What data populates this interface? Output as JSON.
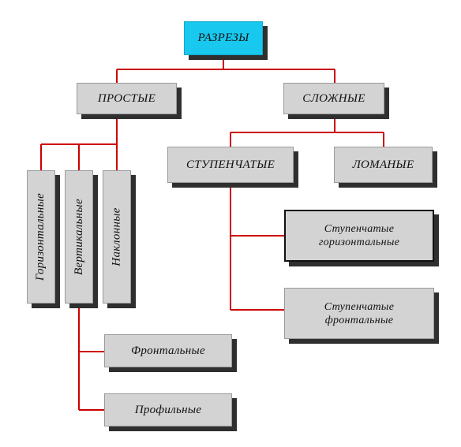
{
  "colors": {
    "connector": "#cc0000",
    "root_fill": "#18c8ee",
    "box_fill": "#d3d3d3",
    "shadow": "#2f2f2f"
  },
  "diagram": {
    "root": "РАЗРЕЗЫ",
    "simple": "ПРОСТЫЕ",
    "complex": "СЛОЖНЫЕ",
    "horizontal": "Горизонтальные",
    "vertical": "Вертикальные",
    "inclined": "Наклонные",
    "frontal": "Фронтальные",
    "profile": "Профильные",
    "stepped": "СТУПЕНЧАТЫЕ",
    "broken": "ЛОМАНЫЕ",
    "stepped_horizontal": [
      "Ступенчатые",
      "горизонтальные"
    ],
    "stepped_frontal": [
      "Ступенчатые",
      "фронтальные"
    ]
  }
}
